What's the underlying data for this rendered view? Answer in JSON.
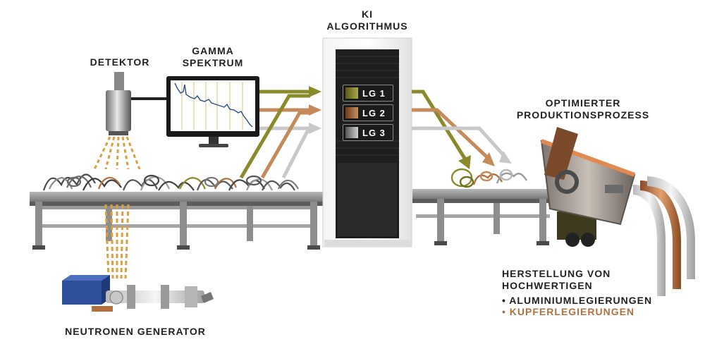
{
  "labels": {
    "detector": "DETEKTOR",
    "gamma_line1": "GAMMA",
    "gamma_line2": "SPEKTRUM",
    "ki_line1": "KI",
    "ki_line2": "ALGORITHMUS",
    "optimized_line1": "OPTIMIERTER",
    "optimized_line2": "PRODUKTIONSPROZESS",
    "neutron_generator": "NEUTRONEN GENERATOR",
    "production_line1": "HERSTELLUNG VON",
    "production_line2": "HOCHWERTIGEN"
  },
  "alloy_groups": [
    {
      "label": "LG 1",
      "color": "#8a8a2a"
    },
    {
      "label": "LG 2",
      "color": "#b0713f"
    },
    {
      "label": "LG 3",
      "color": "#9a9a9a"
    }
  ],
  "products": [
    {
      "bullet": "•",
      "text": "ALUMINIUMLEGIERUNGEN",
      "color": "#222222"
    },
    {
      "bullet": "•",
      "text": "KUPFERLEGIERUNGEN",
      "color": "#b0713f"
    }
  ],
  "colors": {
    "arrow_olive": "#8a8a2a",
    "arrow_copper": "#c48a5a",
    "arrow_grey": "#c8c8c8",
    "beam": "#d9a042"
  }
}
